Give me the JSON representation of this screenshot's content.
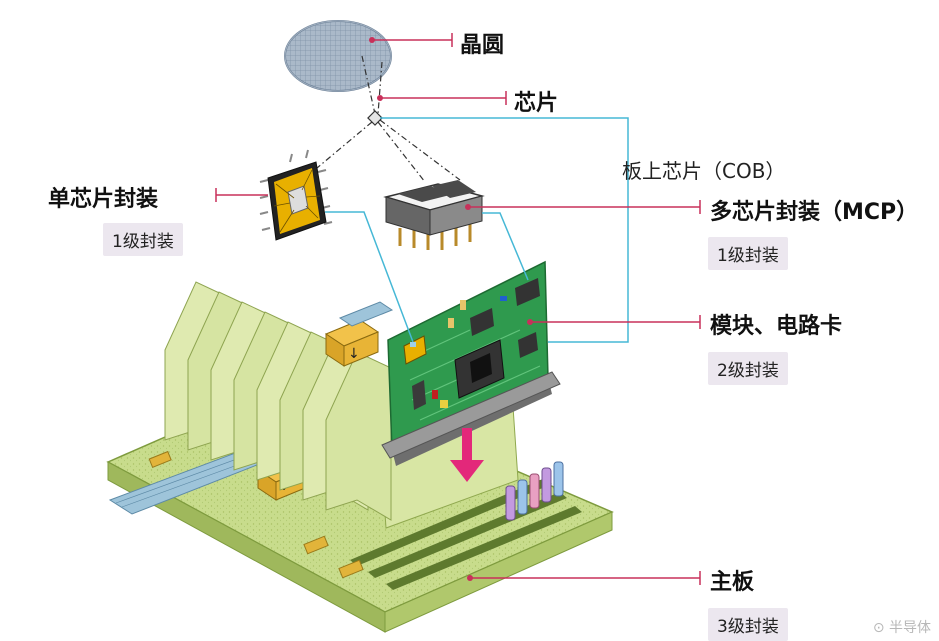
{
  "labels": {
    "wafer": "晶圆",
    "chip": "芯片",
    "cob": "板上芯片（COB）",
    "single_chip_package": "单芯片封装",
    "multi_chip_package": "多芯片封装（MCP）",
    "module": "模块、电路卡",
    "mainboard": "主板"
  },
  "badges": {
    "level1_left": "1级封装",
    "level1_right": "1级封装",
    "level2": "2级封装",
    "level3": "3级封装"
  },
  "watermark": "⊙ 半导体",
  "colors": {
    "leader_line": "#c8305a",
    "cob_line": "#46b8d6",
    "board_green": "#c8dc8c",
    "pcb_green": "#2f9a4e",
    "chip_gold": "#e8b000",
    "badge_bg": "#ece7ef"
  }
}
